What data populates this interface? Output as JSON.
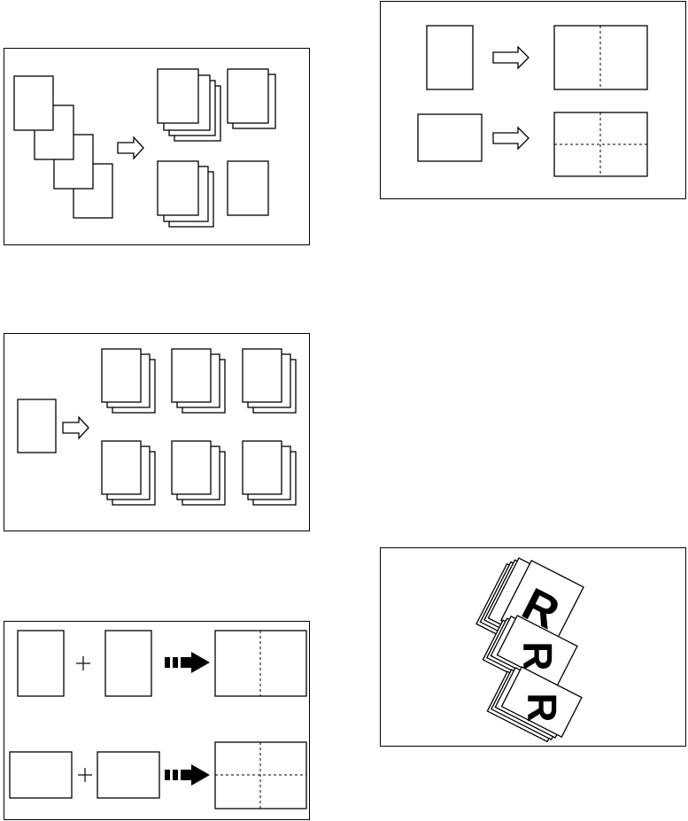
{
  "diagrams": [
    {
      "id": "sort-copies",
      "letters": []
    },
    {
      "id": "stack-copies",
      "letters": []
    },
    {
      "id": "combine-two-originals",
      "letters": []
    },
    {
      "id": "enlarge-split",
      "letters": []
    },
    {
      "id": "rotate-sort-stacks",
      "letters": [
        "R",
        "R",
        "R"
      ]
    }
  ],
  "icons": {
    "process_arrow": "hollow-right-arrow",
    "dashed_arrow": "dashed-solid-right-arrow",
    "combine_symbol": "plus-icon"
  }
}
